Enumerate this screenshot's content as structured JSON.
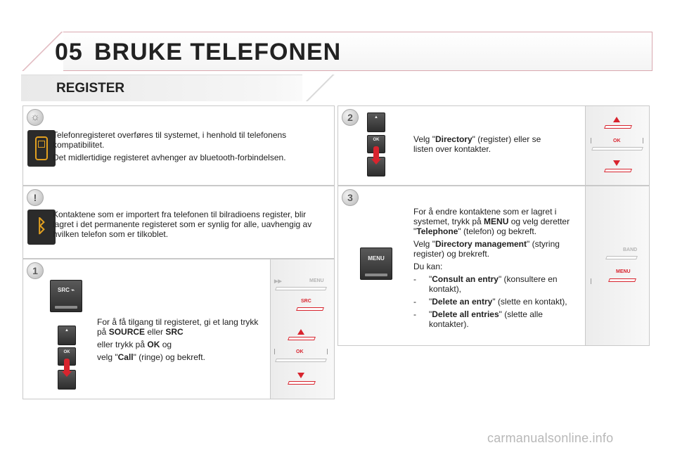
{
  "header": {
    "chapter_number": "05",
    "chapter_title": "BRUKE TELEFONEN",
    "section_title": "REGISTER"
  },
  "info_panel": {
    "line1": "Telefonregisteret overføres til systemet, i henhold til telefonens kompatibilitet.",
    "line2": "Det midlertidige registeret avhenger av bluetooth-forbindelsen."
  },
  "warning_panel": {
    "text": "Kontaktene som er importert fra telefonen til bilradioens register, blir lagret i det permanente registeret som er synlig for alle, uavhengig av hvilken telefon som er tilkoblet."
  },
  "step1": {
    "badge": "1",
    "l1_pre": "For å få tilgang til registeret, gi et lang trykk på ",
    "l1_b1": "SOURCE",
    "l1_mid": " eller ",
    "l1_b2": "SRC",
    "l2_pre": "eller trykk på ",
    "l2_b": "OK",
    "l2_post": " og",
    "l3_pre": "velg \"",
    "l3_b": "Call",
    "l3_post": "\" (ringe) og bekreft.",
    "keys": {
      "src": "SRC",
      "up": "▲",
      "ok": "OK",
      "down": "▼"
    },
    "display": {
      "menu": "MENU",
      "src": "SRC",
      "ok": "OK",
      "skip": "▶▶"
    }
  },
  "step2": {
    "badge": "2",
    "pre": "Velg \"",
    "b": "Directory",
    "post": "\" (register) eller se listen over kontakter.",
    "keys": {
      "up": "▲",
      "ok": "OK",
      "down": "▼"
    },
    "display": {
      "ok": "OK"
    }
  },
  "step3": {
    "badge": "3",
    "p1_pre": "For å endre kontaktene som er lagret i systemet, trykk på ",
    "p1_b1": "MENU",
    "p1_mid": " og velg deretter \"",
    "p1_b2": "Telephone",
    "p1_post": "\" (telefon) og bekreft.",
    "p2_pre": "Velg \"",
    "p2_b": "Directory management",
    "p2_post": "\" (styring register) og brekreft.",
    "p3": "Du kan:",
    "dash": "-",
    "items": [
      {
        "q1": "\"",
        "b": "Consult an entry",
        "rest": "\" (konsultere en kontakt),"
      },
      {
        "q1": "\"",
        "b": "Delete an entry",
        "rest": "\" (slette en kontakt),"
      },
      {
        "q1": "\"",
        "b": "Delete all entries",
        "rest": "\" (slette alle kontakter)."
      }
    ],
    "key": "MENU",
    "display": {
      "band": "BAND",
      "menu": "MENU"
    }
  },
  "icons": {
    "sun": "☼",
    "warn": "!",
    "bluetooth": "ᛒ"
  },
  "colors": {
    "accent_red": "#d8242e",
    "icon_orange": "#e2a020",
    "header_rule": "#d9a8b0"
  },
  "footer": {
    "watermark": "carmanualsonline.info"
  }
}
